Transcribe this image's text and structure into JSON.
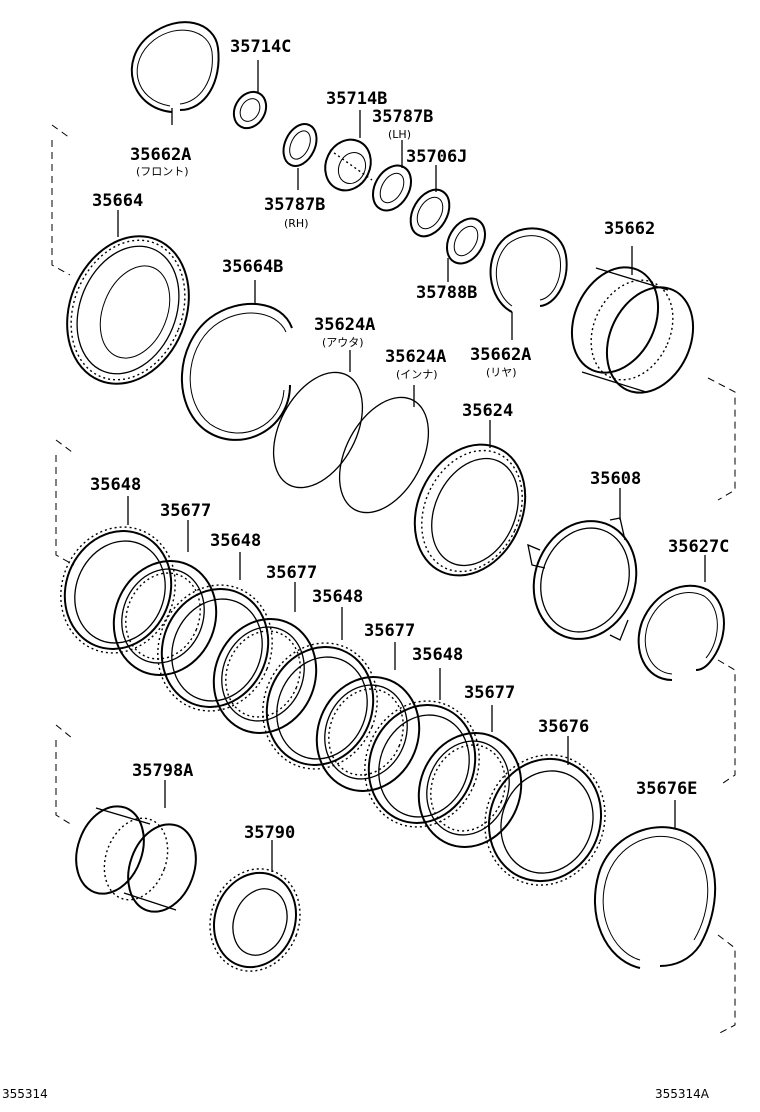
{
  "diagram": {
    "parts": {
      "p35714C": "35714C",
      "p35714B": "35714B",
      "p35787B_lh": "35787B",
      "p35787B_lh_note": "(LH)",
      "p35706J": "35706J",
      "p35662A_front": "35662A",
      "p35662A_front_note": "(フロント)",
      "p35787B_rh": "35787B",
      "p35787B_rh_note": "(RH)",
      "p35664": "35664",
      "p35664B": "35664B",
      "p35662": "35662",
      "p35788B": "35788B",
      "p35624A_outer": "35624A",
      "p35624A_outer_note": "(アウタ)",
      "p35624A_inner": "35624A",
      "p35624A_inner_note": "(インナ)",
      "p35662A_rear": "35662A",
      "p35662A_rear_note": "(リヤ)",
      "p35624": "35624",
      "p35648_1": "35648",
      "p35677_1": "35677",
      "p35648_2": "35648",
      "p35677_2": "35677",
      "p35648_3": "35648",
      "p35677_3": "35677",
      "p35648_4": "35648",
      "p35677_4": "35677",
      "p35608": "35608",
      "p35627C": "35627C",
      "p35676": "35676",
      "p35676E": "35676E",
      "p35798A": "35798A",
      "p35790": "35790"
    },
    "footer": {
      "left_code": "355314",
      "right_code": "355314A"
    }
  }
}
